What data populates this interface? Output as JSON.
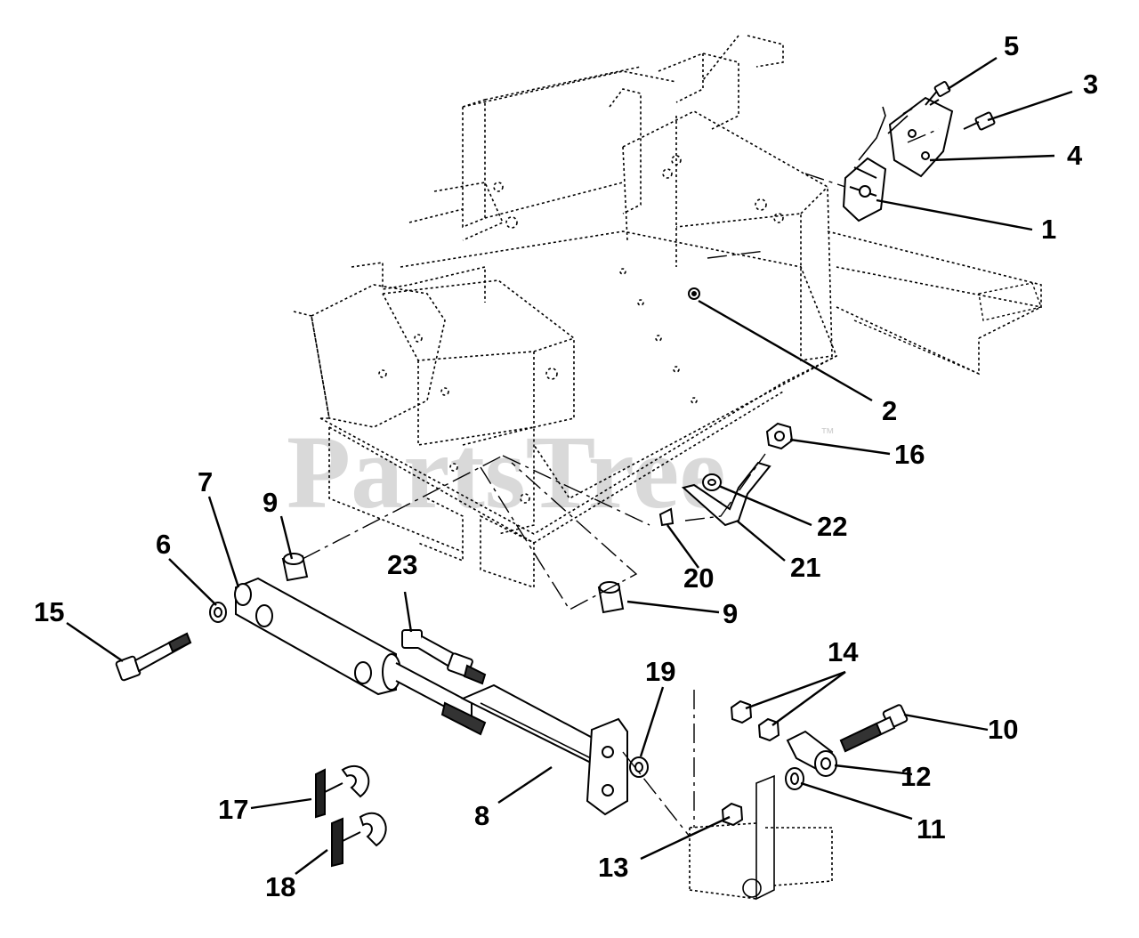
{
  "watermark": {
    "text": "PartsTree",
    "trademark": "™"
  },
  "callouts": [
    {
      "id": "1",
      "label": "1"
    },
    {
      "id": "2",
      "label": "2"
    },
    {
      "id": "3",
      "label": "3"
    },
    {
      "id": "4",
      "label": "4"
    },
    {
      "id": "5",
      "label": "5"
    },
    {
      "id": "6",
      "label": "6"
    },
    {
      "id": "7",
      "label": "7"
    },
    {
      "id": "8",
      "label": "8"
    },
    {
      "id": "9a",
      "label": "9"
    },
    {
      "id": "9b",
      "label": "9"
    },
    {
      "id": "10",
      "label": "10"
    },
    {
      "id": "11",
      "label": "11"
    },
    {
      "id": "12",
      "label": "12"
    },
    {
      "id": "13",
      "label": "13"
    },
    {
      "id": "14",
      "label": "14"
    },
    {
      "id": "15",
      "label": "15"
    },
    {
      "id": "16",
      "label": "16"
    },
    {
      "id": "17",
      "label": "17"
    },
    {
      "id": "18",
      "label": "18"
    },
    {
      "id": "19",
      "label": "19"
    },
    {
      "id": "20",
      "label": "20"
    },
    {
      "id": "21",
      "label": "21"
    },
    {
      "id": "22",
      "label": "22"
    },
    {
      "id": "23",
      "label": "23"
    }
  ]
}
